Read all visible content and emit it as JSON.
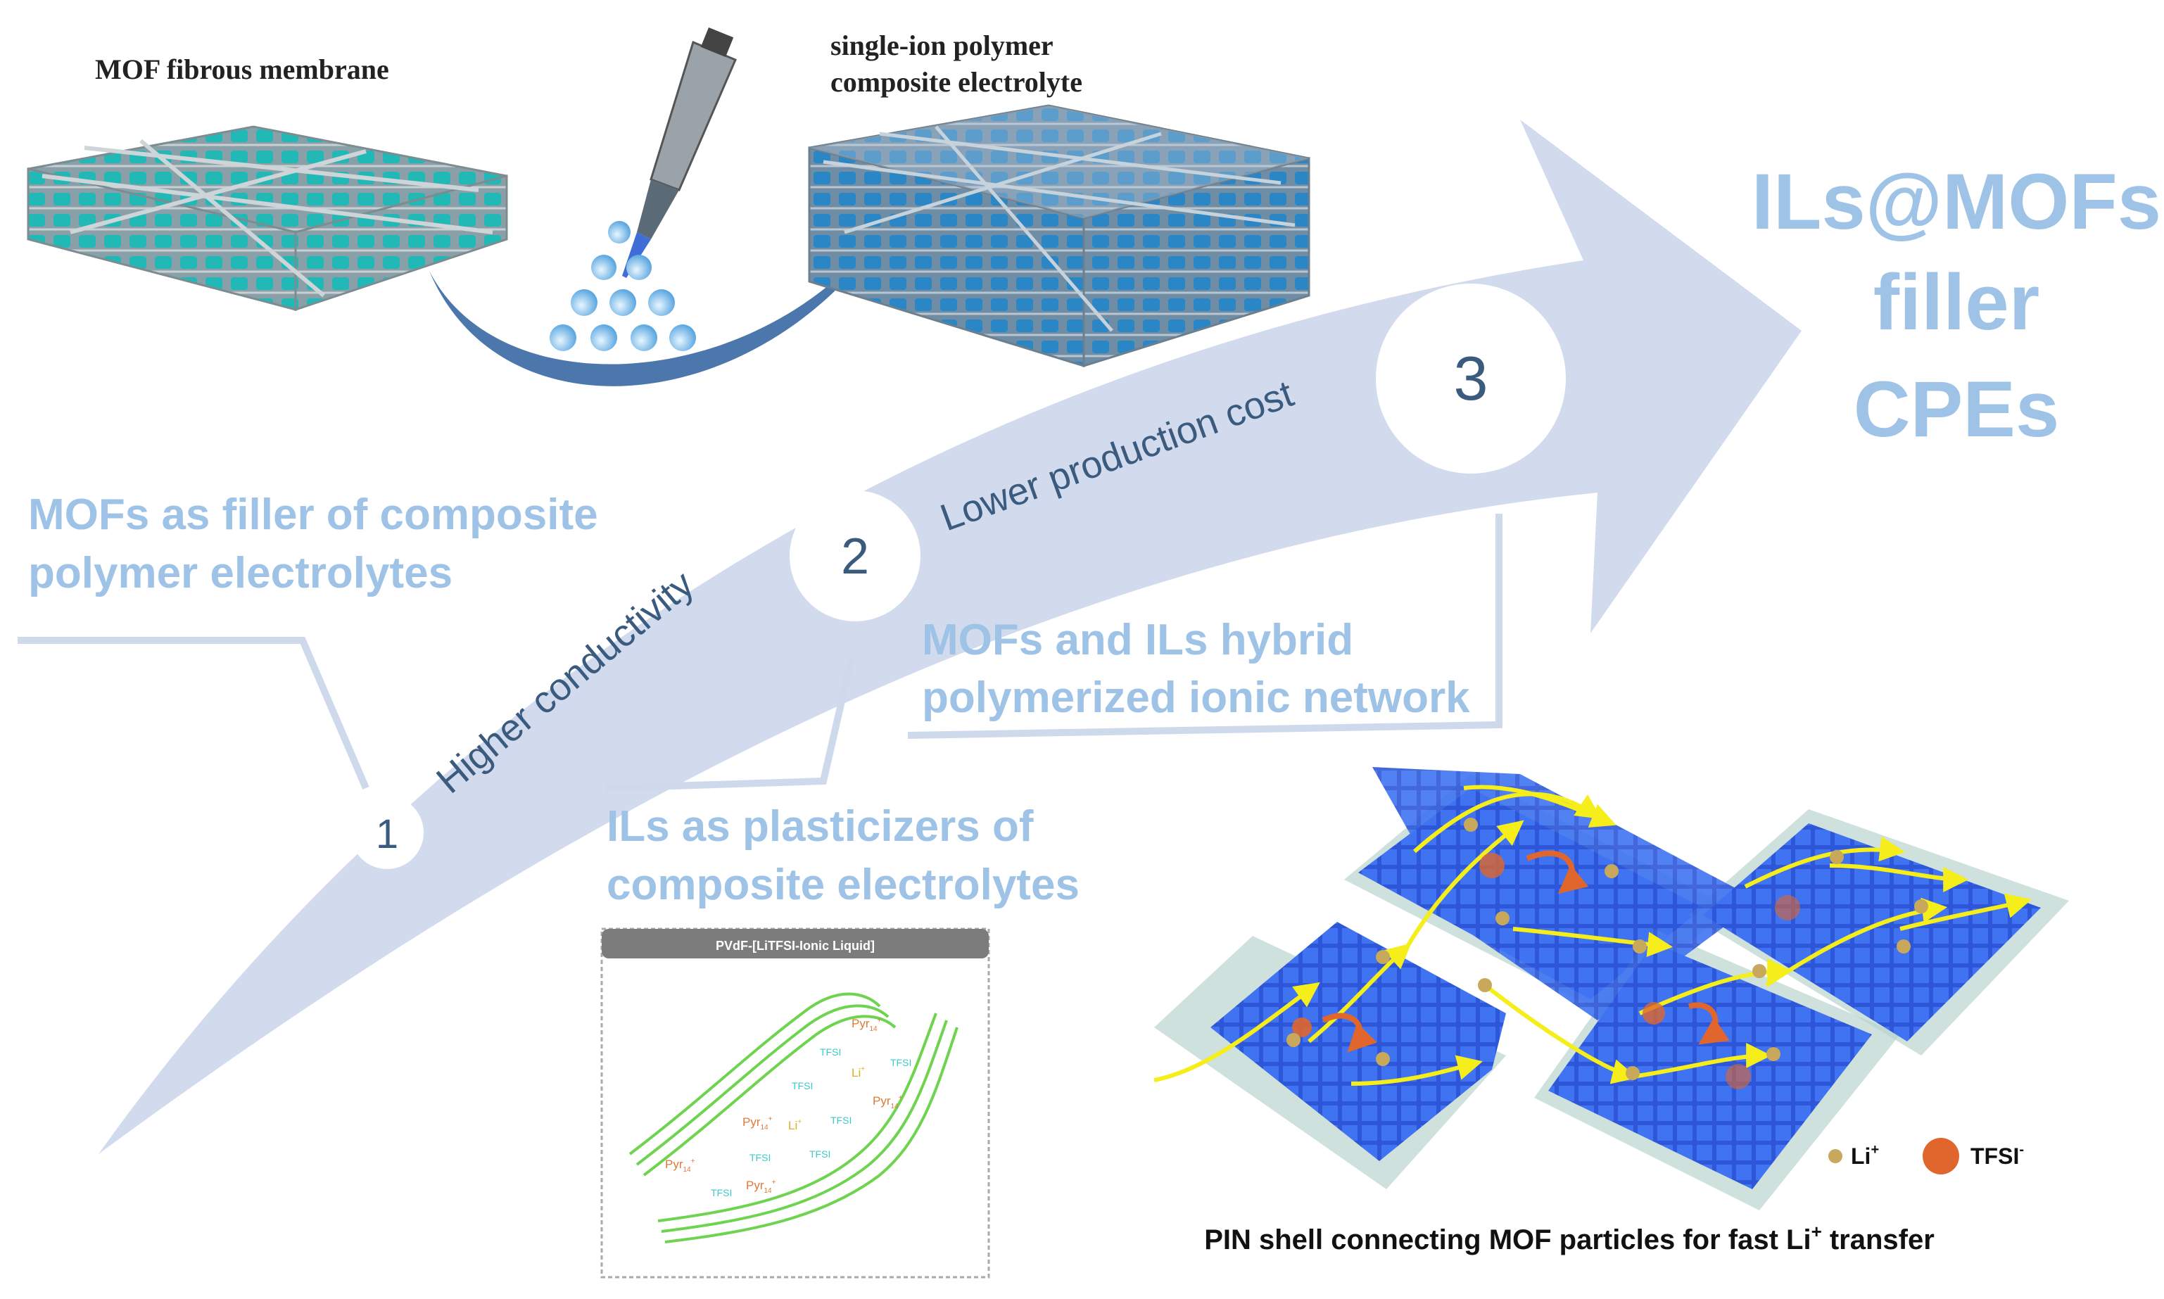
{
  "top_left_label": "MOF fibrous membrane",
  "top_right_label_line1": "single-ion polymer",
  "top_right_label_line2": "composite electrolyte",
  "title_line1": "ILs@MOFs",
  "title_line2": "filler",
  "title_line3": "CPEs",
  "step1_number": "1",
  "step1_text": "Higher conductivity",
  "step2_number": "2",
  "step2_text": "Lower production cost",
  "step3_number": "3",
  "label_mofs_filler_line1": "MOFs as filler of composite",
  "label_mofs_filler_line2": "polymer electrolytes",
  "label_ils_plasticizer_line1": "ILs as plasticizers of",
  "label_ils_plasticizer_line2": "composite electrolytes",
  "label_hybrid_line1": "MOFs and ILs hybrid",
  "label_hybrid_line2": "polymerized ionic network",
  "inset_title": "PVdF-[LiTFSI-Ionic Liquid]",
  "inset_species": {
    "pyr": "Pyr",
    "pyr_sub": "14",
    "pyr_sup": "+",
    "tfsi": "TFSI",
    "li": "Li",
    "li_sup": "+"
  },
  "legend": {
    "li": "Li",
    "li_sup": "+",
    "tfsi": "TFSI",
    "tfsi_sup": "-"
  },
  "caption": {
    "before": "PIN shell connecting MOF particles for fast Li",
    "sup": "+",
    "after": " transfer"
  },
  "colors": {
    "arrow": "#cfd9ec",
    "light_blue_text": "#9ec3e6",
    "dark_text": "#3a5a7e",
    "membrane_teal": "#1fb3b3",
    "membrane_blue": "#2a7fc0",
    "grid_blue": "#2f5fe0",
    "path_yellow": "#f5ee1a",
    "tfsi_orange": "#e0662d",
    "li_gold": "#c8a85a",
    "polymer_green": "#6ed44f"
  }
}
